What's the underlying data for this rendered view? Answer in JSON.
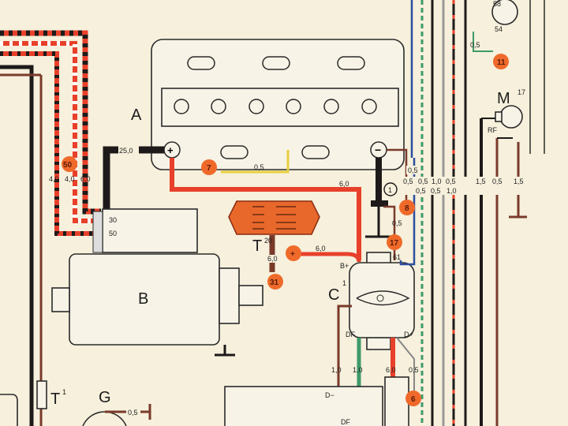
{
  "components": {
    "battery": "A",
    "starter": "B",
    "generator_regulator": "C",
    "generator_regulator_sup": "1",
    "voltage_regulator": "T",
    "voltage_regulator_sup": "20",
    "lamp": "M",
    "lamp_sup": "17",
    "connector": "T",
    "connector_sup": "1",
    "sender": "G"
  },
  "terminals": {
    "starter_30": "30",
    "starter_50": "50",
    "lamp_58": "58",
    "lamp_54": "54",
    "lamp_rf": "RF",
    "reg_bplus": "B+",
    "reg_61": "61",
    "reg_df": "DF",
    "reg_dplus": "D+",
    "gen_dminus": "D−",
    "gen_df": "DF",
    "battery_plus": "+",
    "battery_minus": "−",
    "ground_strap": "1"
  },
  "badges": [
    "50",
    "7",
    "8",
    "17",
    "11",
    "31",
    "+",
    "6"
  ],
  "gauges": {
    "main_cable": "25,0",
    "left_1": "4,0",
    "left_2": "4,0",
    "left_3": "6,0",
    "bplus_red": "6,0",
    "batt_7": "0,5",
    "ground_8": "0,5",
    "w_17": "0,5",
    "t20_plus": "6,0",
    "t20_31": "6,0",
    "right": [
      "0,5",
      "0,5",
      "0,5",
      "1,0",
      "0,5",
      "0,5",
      "1,0",
      "1,5",
      "0,5",
      "1,5"
    ],
    "lamp_11": "0,5",
    "gen_dminus": "1,0",
    "gen_df": "1,0",
    "gen_dplus": "6,0",
    "gen_6": "0,5",
    "sender_g": "0,5"
  },
  "colors": {
    "red": "#e8402a",
    "black": "#1e1a1a",
    "blue": "#2b4fa0",
    "green": "#3f9a6a",
    "brown": "#7a3a2a",
    "orange": "#e8682c",
    "badge": "#ef6a2a"
  }
}
